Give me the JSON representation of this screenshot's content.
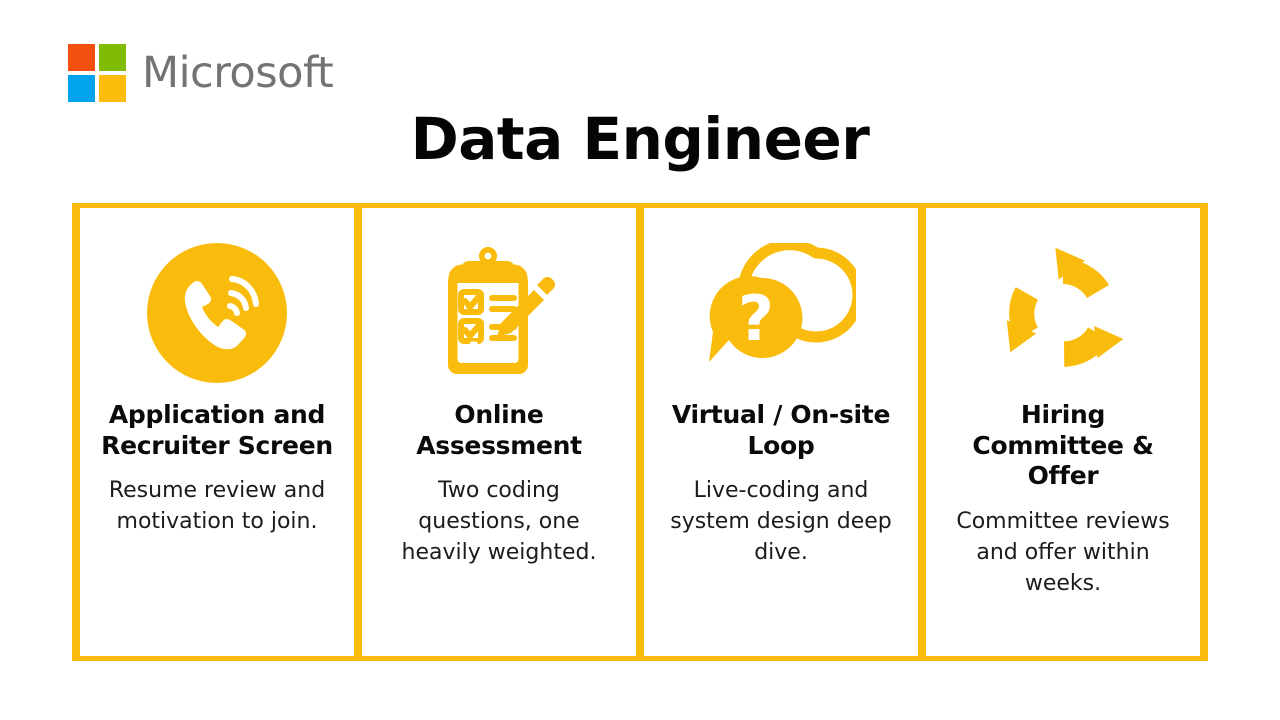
{
  "brand": {
    "name": "Microsoft",
    "logo_colors": {
      "top_left": "#F2500F",
      "top_right": "#80BC06",
      "bottom_left": "#00A3EE",
      "bottom_right": "#FBBC0B"
    },
    "wordmark_color": "#737373"
  },
  "title": "Data Engineer",
  "accent_color": "#FABC0C",
  "cards": [
    {
      "icon": "phone-call-icon",
      "heading": "Application and Recruiter Screen",
      "body": "Resume review and motivation to join."
    },
    {
      "icon": "clipboard-grade-pencil-icon",
      "heading": "Online Assessment",
      "body": "Two coding questions, one heavily weighted."
    },
    {
      "icon": "question-speech-bubbles-icon",
      "heading": "Virtual / On-site Loop",
      "body": "Live-coding and system design deep dive."
    },
    {
      "icon": "cycle-arrows-icon",
      "heading": "Hiring Committee & Offer",
      "body": "Committee reviews and offer within weeks."
    }
  ]
}
